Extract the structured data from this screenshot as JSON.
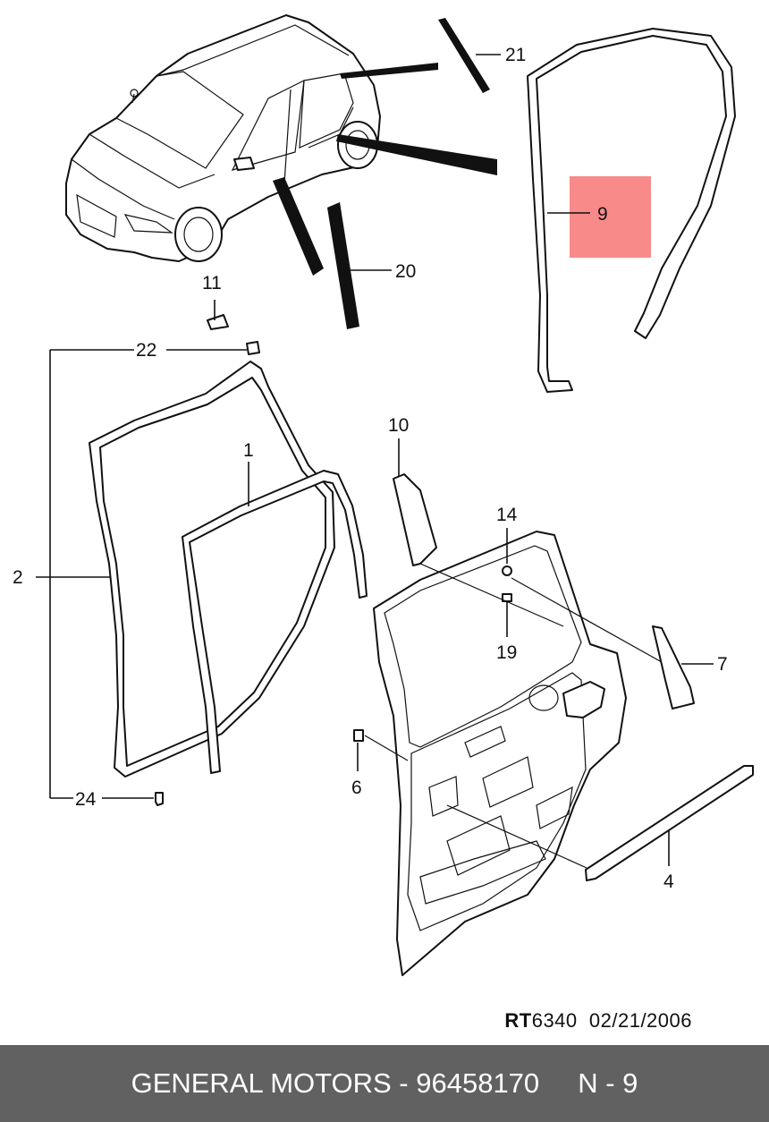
{
  "colors": {
    "highlight": "#f88a8a",
    "footer_bg": "#616161",
    "footer_text": "#ffffff",
    "ink": "#111111"
  },
  "callouts": {
    "c21": "21",
    "c9": "9",
    "c20": "20",
    "c11": "11",
    "c22": "22",
    "c1": "1",
    "c2": "2",
    "c10": "10",
    "c14": "14",
    "c19": "19",
    "c7": "7",
    "c6": "6",
    "c24": "24",
    "c4": "4"
  },
  "highlighted_part": "9",
  "reference": {
    "prefix": "RT",
    "number": "6340",
    "date": "02/21/2006"
  },
  "footer": {
    "text": "GENERAL MOTORS - 96458170     N - 9"
  }
}
